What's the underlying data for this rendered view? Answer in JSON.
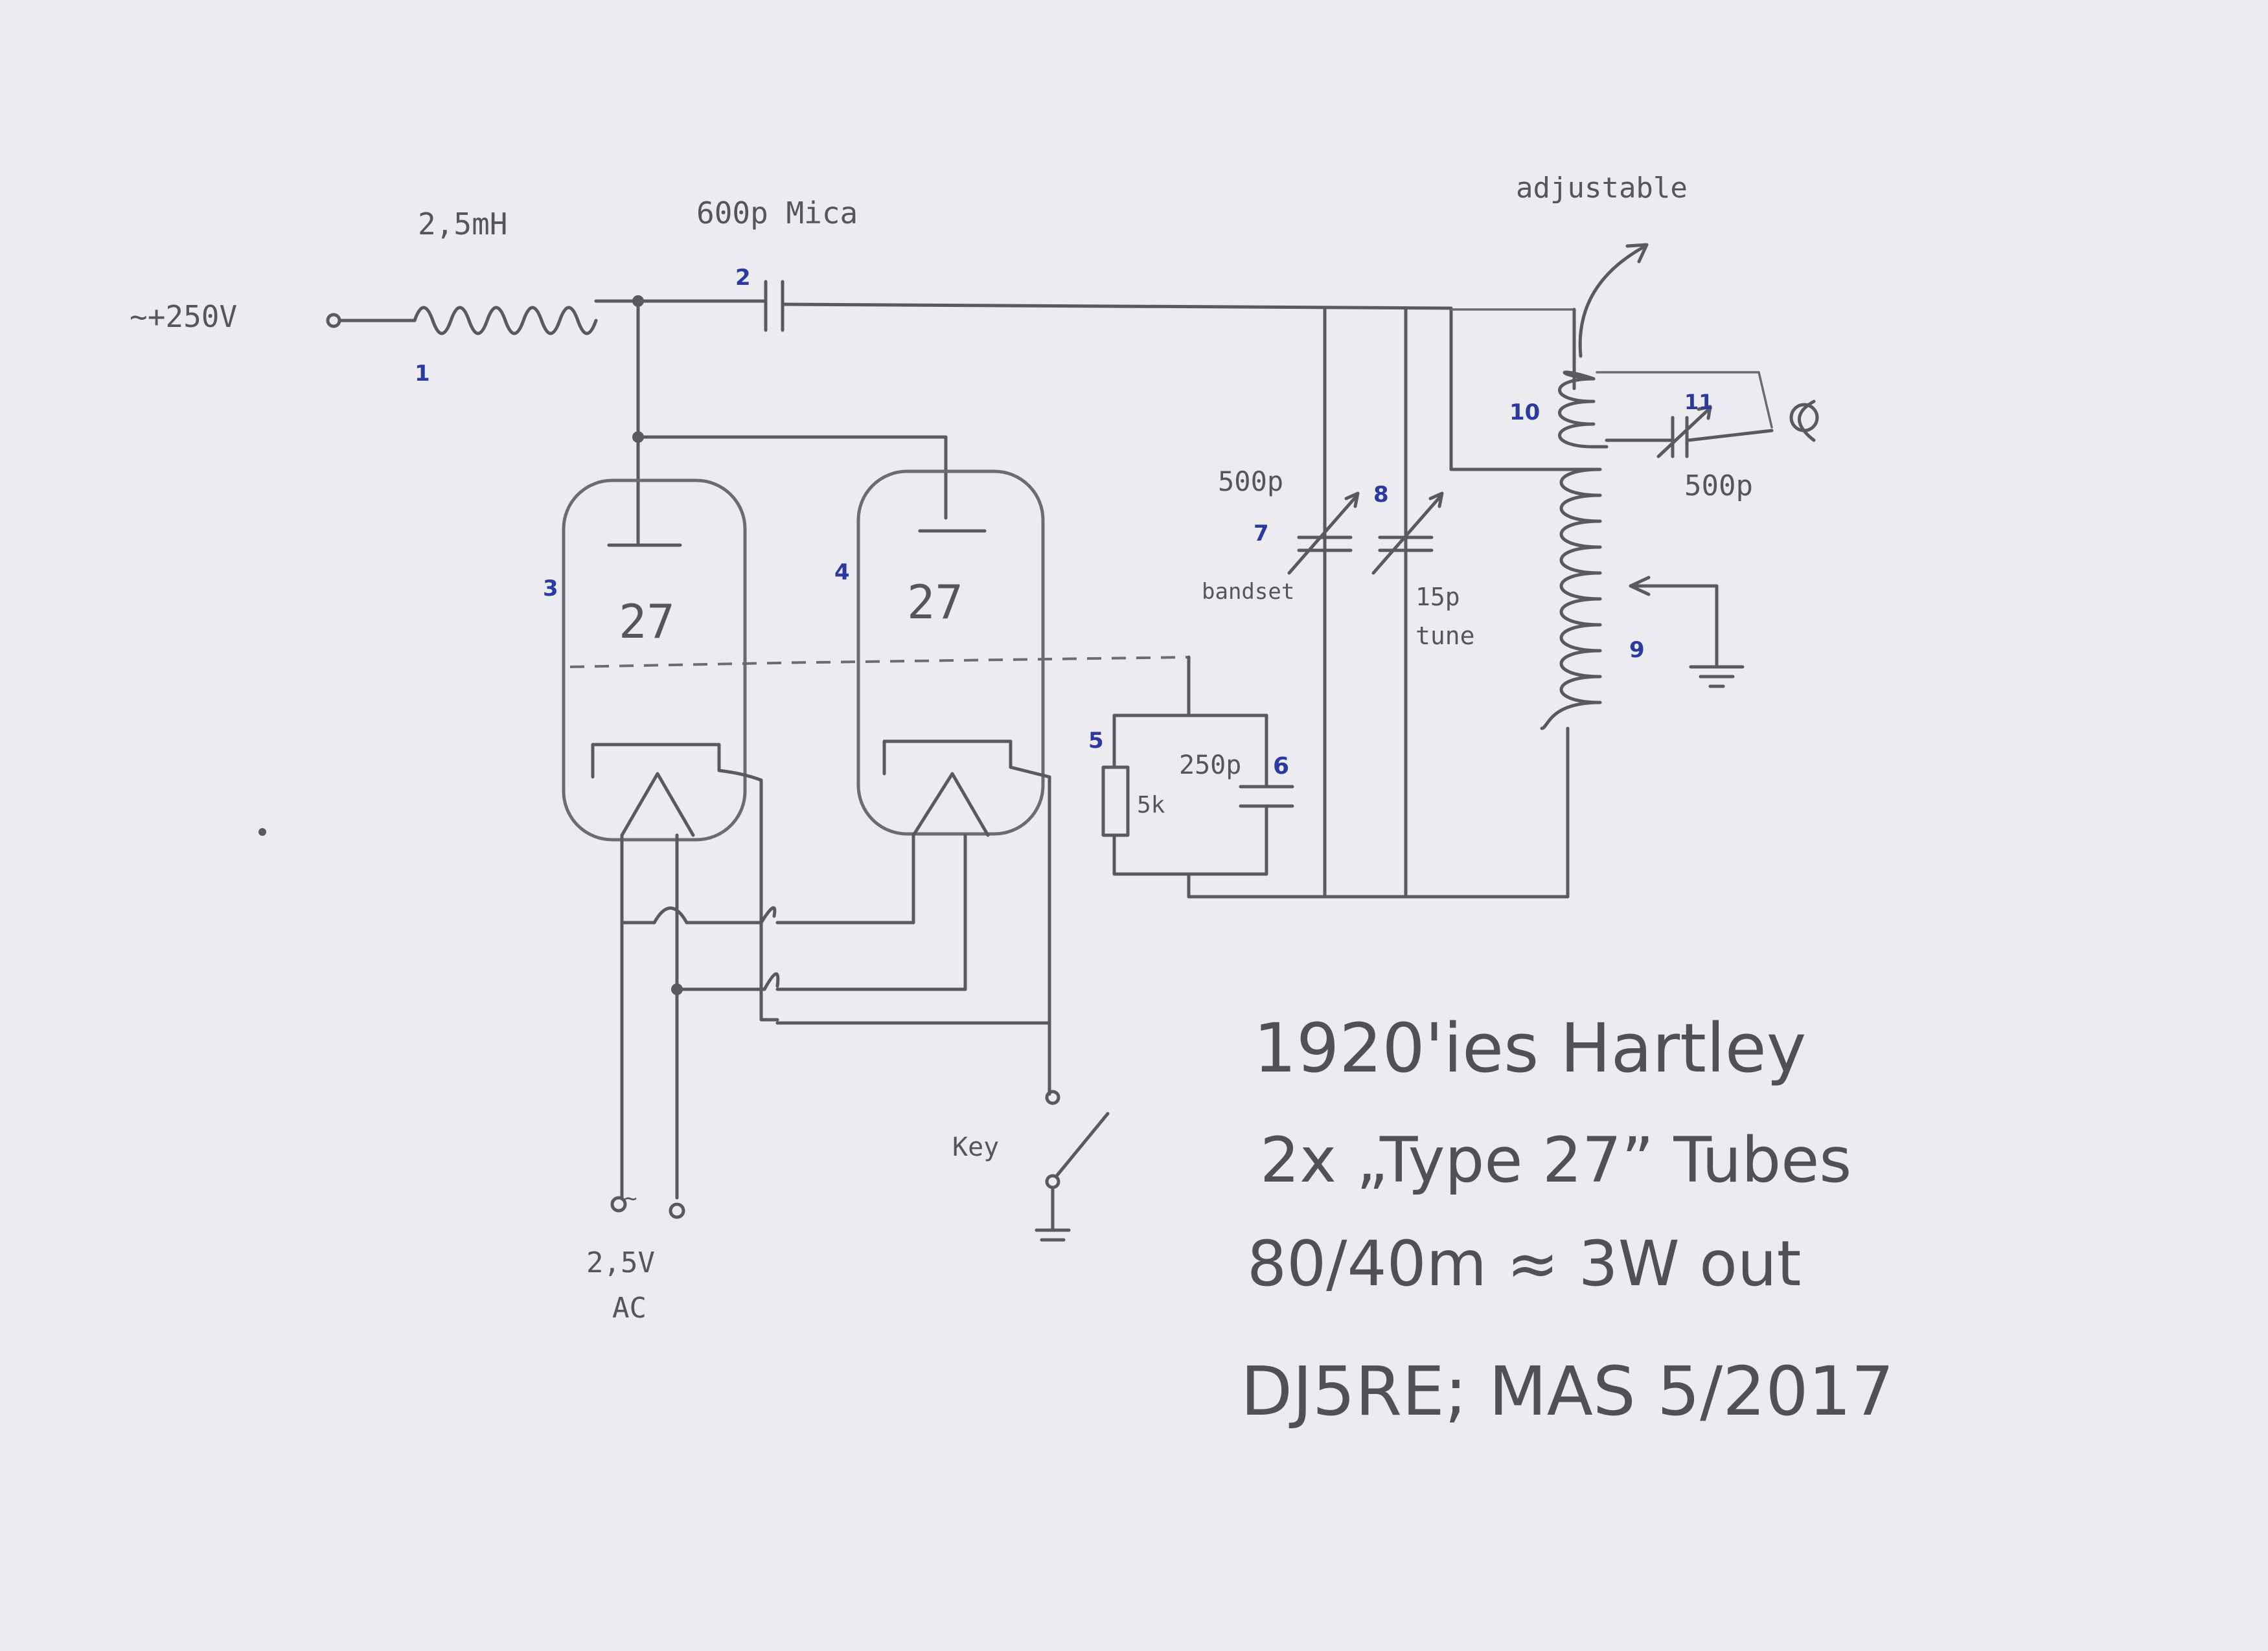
{
  "labels": {
    "supply": "~+250V",
    "choke_value": "2,5mH",
    "coupling_cap": "600p Mica",
    "adjustable": "adjustable",
    "bandset_value": "500p",
    "bandset": "bandset",
    "tune_value": "15p",
    "tune": "tune",
    "output_cap": "500p",
    "resistor": "5k",
    "grid_cap": "250p",
    "tube_a": "27",
    "tube_b": "27",
    "filament_symbol": "~",
    "filament_voltage": "2,5V",
    "filament_type": "AC",
    "key": "Key"
  },
  "parts": [
    "1",
    "2",
    "3",
    "4",
    "5",
    "6",
    "7",
    "8",
    "9",
    "10",
    "11"
  ],
  "notes": {
    "line1": "1920'ies Hartley",
    "line2": "2x „Type 27” Tubes",
    "line3": "80/40m ≈ 3W out",
    "line4": "DJ5RE; MAS 5/2017"
  },
  "colors": {
    "pencil": "#55555a",
    "part_numbers": "#2b3aa0",
    "paper": "#ecebf0"
  }
}
